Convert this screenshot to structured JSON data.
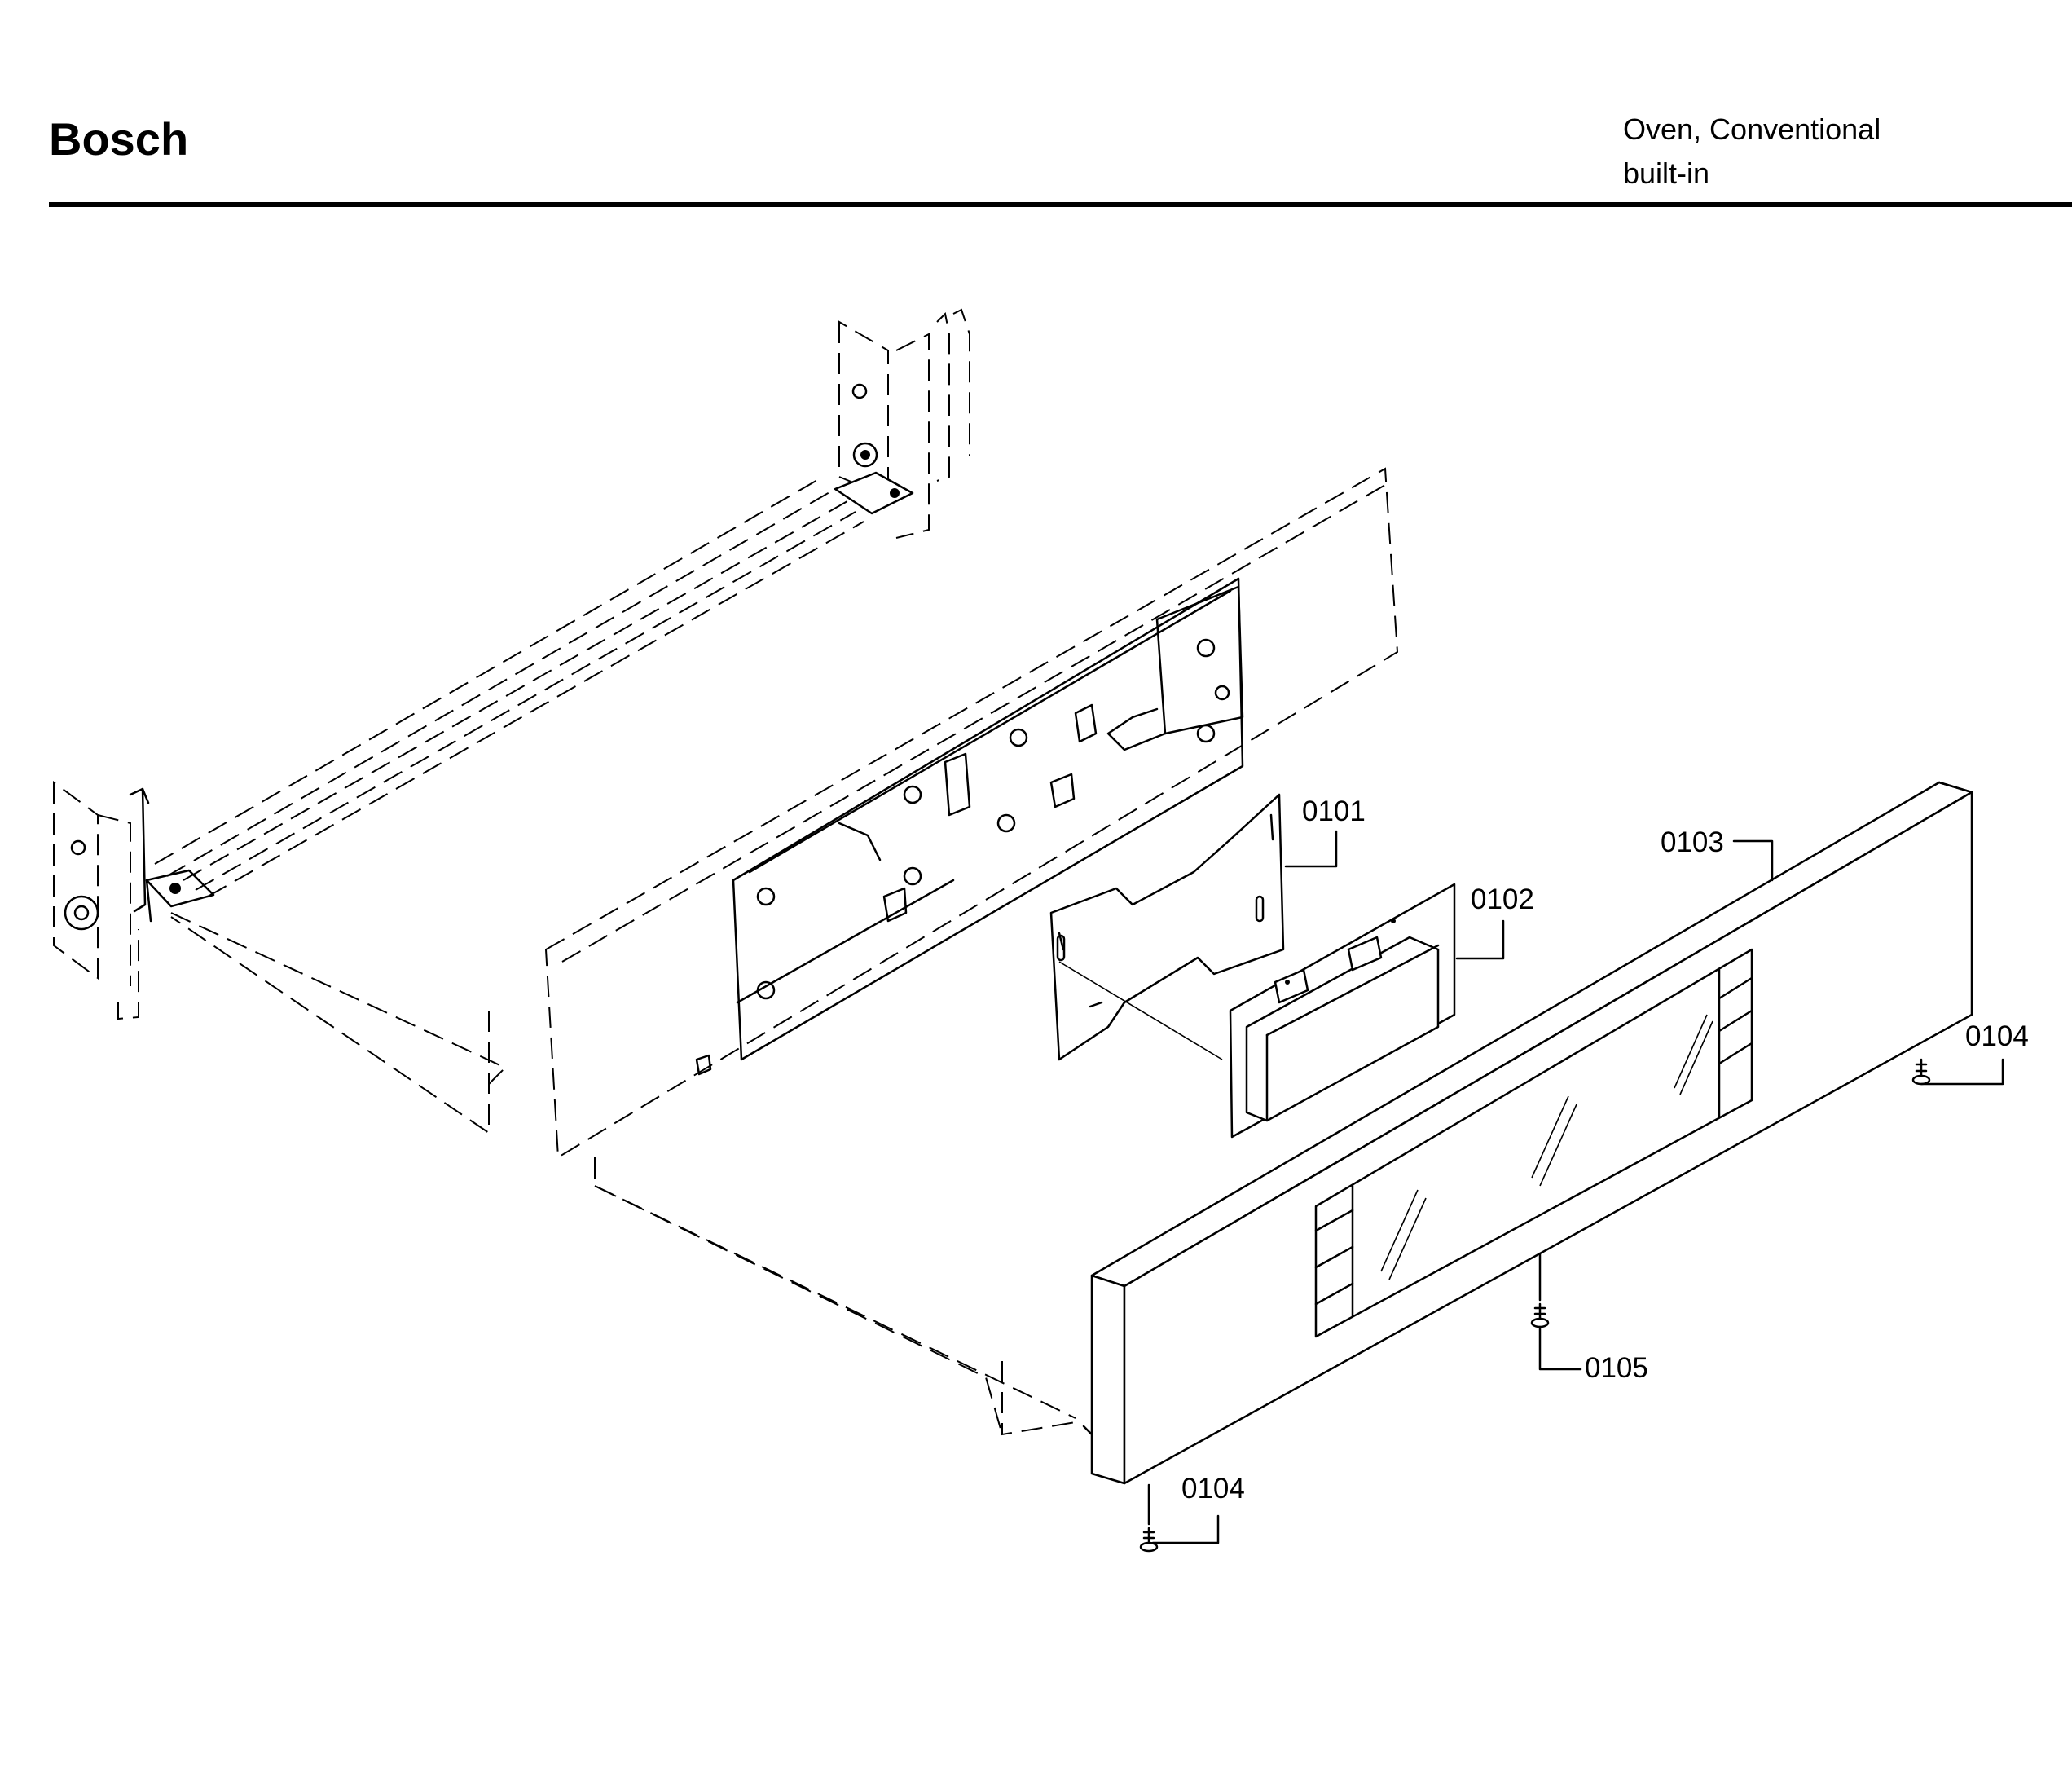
{
  "header": {
    "brand": "Bosch",
    "product_line1": "Oven, Conventional",
    "product_line2": "built-in"
  },
  "callouts": [
    {
      "id": "c0101",
      "label": "0101"
    },
    {
      "id": "c0102",
      "label": "0102"
    },
    {
      "id": "c0103",
      "label": "0103"
    },
    {
      "id": "c0104a",
      "label": "0104"
    },
    {
      "id": "c0104b",
      "label": "0104"
    },
    {
      "id": "c0105",
      "label": "0105"
    }
  ]
}
